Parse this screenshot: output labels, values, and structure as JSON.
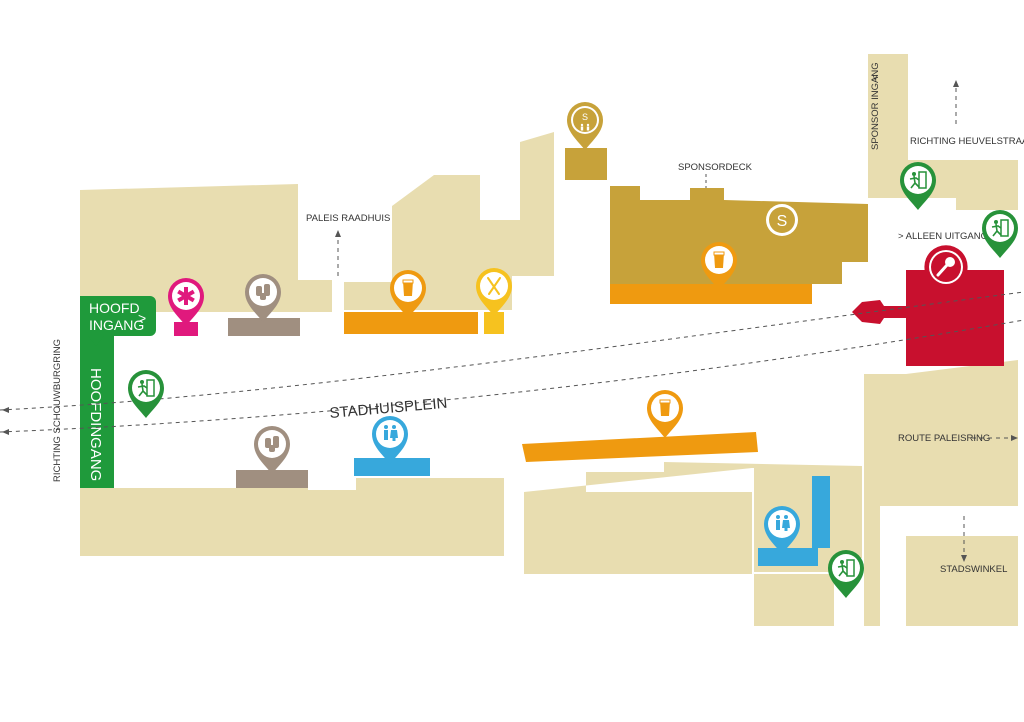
{
  "labels": {
    "paleis_raadhuis": "PALEIS RAADHUIS",
    "sponsordeck": "SPONSORDECK",
    "sponsor_ingang": "SPONSOR INGANG",
    "sponsor_ingang_arrow": "<",
    "richting_heuvelstraat": "RICHTING HEUVELSTRAAT",
    "alleen_uitgang": "> ALLEEN UITGANG",
    "route_paleisring": "ROUTE PALEISRING",
    "stadswinkel": "STADSWINKEL",
    "stadhuisplein": "STADHUISPLEIN",
    "richting_schouwburgring": "RICHTING SCHOUWBURGRING",
    "hoofdingang_vertical": "HOOFDINGANG",
    "hoofd_ingang_line1": "HOOFD",
    "hoofd_ingang_line2": "INGANG",
    "hoofd_ingang_arrow": ">"
  },
  "markers": {
    "sponsor_letter": "S",
    "sponsor_letter_small": "S"
  },
  "colors": {
    "building": "#e8ddb0",
    "sponsor": "#c7a23a",
    "bar_orange": "#ef9a10",
    "food_yellow": "#f6c21f",
    "first_aid": "#e0197d",
    "lockers": "#a08f80",
    "toilet": "#37a8dc",
    "exit_green": "#27923a",
    "stage_red": "#c8102e",
    "entrance_green": "#1f9a3b"
  }
}
